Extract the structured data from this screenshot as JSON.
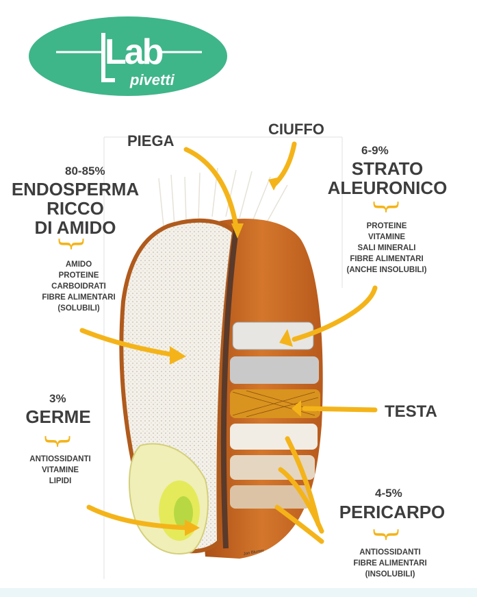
{
  "logo": {
    "main": "Lab",
    "sub": "pivetti",
    "color": "#3fb58a"
  },
  "labels": {
    "piega": "PIEGA",
    "ciuffo": "CIUFFO",
    "endosperma": {
      "percent": "80-85%",
      "title": [
        "ENDOSPERMA",
        "RICCO",
        "DI AMIDO"
      ],
      "items": [
        "AMIDO",
        "PROTEINE",
        "CARBOIDRATI",
        "FIBRE ALIMENTARI",
        "(SOLUBILI)"
      ]
    },
    "strato": {
      "percent": "6-9%",
      "title": [
        "STRATO",
        "ALEURONICO"
      ],
      "items": [
        "PROTEINE",
        "VITAMINE",
        "SALI MINERALI",
        "FIBRE ALIMENTARI",
        "(ANCHE INSOLUBILI)"
      ]
    },
    "germe": {
      "percent": "3%",
      "title": "GERME",
      "items": [
        "ANTIOSSIDANTI",
        "VITAMINE",
        "LIPIDI"
      ]
    },
    "testa": "TESTA",
    "pericarpo": {
      "percent": "4-5%",
      "title": "PERICARPO",
      "items": [
        "ANTIOSSIDANTI",
        "FIBRE ALIMENTARI",
        "(INSOLUBILI)"
      ]
    }
  },
  "colors": {
    "arrow": "#f4b419",
    "text": "#3d3d3d",
    "bran": "#c8651e",
    "endosperm": "#f4f1ea"
  }
}
